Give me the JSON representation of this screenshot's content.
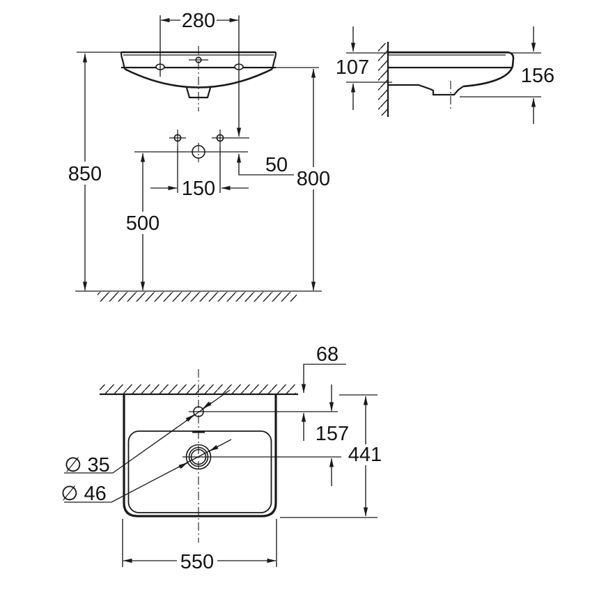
{
  "front_view": {
    "tap_hole_spacing": "280",
    "height_rim_to_floor": "850",
    "height_underside_to_floor": "800",
    "height_drain_to_floor": "500",
    "supply_hole_spacing": "150",
    "supply_to_drain_drop": "50"
  },
  "side_view": {
    "fixing_height": "107",
    "basin_height": "156"
  },
  "top_view": {
    "wall_to_tap_hole": "68",
    "tap_hole_to_drain": "157",
    "overall_depth": "441",
    "overall_width": "550",
    "tap_hole_diameter": "∅ 35",
    "drain_diameter": "∅ 46"
  },
  "colors": {
    "line": "#1a1a1a",
    "background": "#ffffff"
  }
}
